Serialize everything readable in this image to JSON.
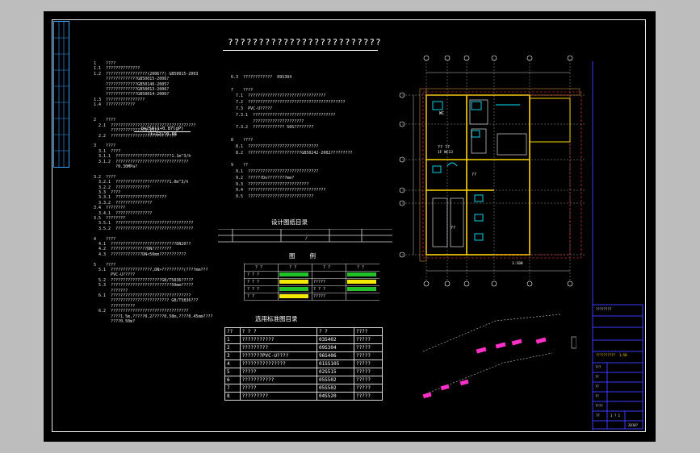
{
  "drawing": {
    "title": "?????????????????????????",
    "notes_left": [
      "1    ????",
      "1.1  ??????????????",
      "1.2  ?????????????????(2006??) GB50015-2003",
      "     ?????????????GB50015-2006?",
      "     ?????????????GB50140-2005?",
      "     ?????????????GB50013-2006?",
      "     ?????????????GB50014-2006?",
      "1.3  ????????????????",
      "1.4  ????????????",
      "",
      "",
      "2    ????",
      "  2.1  ???????????????????????????????????",
      "       ??????????????0.25??",
      "  2.2  ???????????????????????????",
      "",
      "3    ????",
      "  3.1  ????",
      "  3.1.1  ???????????????????????1.1m^3/h",
      "  3.1.2  ??????????????????????????????",
      "         ?0.30MPa?",
      "",
      "3.2  ????",
      "  3.2.1  ??????????????????????1.0m^3/h",
      "  3.2.2  ??????????????",
      "  3.3  ????",
      "  3.3.1  ?????????????????????",
      "  3.3.2  ???????????????",
      "3.4  ????????",
      "  3.4.1  ???????????????",
      "3.5  ????????",
      "  3.5.1  ????????????????????????????????",
      "  3.5.2  ????????????????????????????????",
      "",
      "4    ????",
      "  4.1  ???????????????????????????DN20??",
      "  4.2  ???????????????DN????????",
      "  4.3  ?????????????DN<50mm???????????",
      "",
      "5    ????",
      "  5.1  ?????????????????,DN>?????????(????mm???",
      "       PVC-U?????",
      "  5.2  ?????????????????????GB/T5836?????",
      "  5.3  ?????????????????????????50mm?????",
      "       ???????",
      "  6.1  ?????????????????????????????????",
      "       ???????????????????????? GB/T5836???",
      "       ??????????",
      "  6.2  ????????????????????????????????",
      "       ????1.5m,?????0.2?????0.50m,????0.45mm????",
      "       ????0.50m?"
    ],
    "notes_right": [
      "6.3  ????????????  09S304",
      "",
      "7    ????",
      "  7.1  ????????????????????????????????",
      "  7.2  ????????????????????????????????????????",
      "  7.3  PVC-U?????",
      "  7.3.1  ??????????????????????????????????",
      "         ?????????????????????",
      "  7.3.2  ????????????? 50S????????",
      "",
      "8    ????",
      "  8.1  ?????????????????????????????",
      "  8.2  ??????????????????????GB50242-2002?????????",
      "",
      "9    ??",
      "  9.1  ?????????????????????????????",
      "  9.2  ??????Dn????????mm?",
      "  9.3  ?????????????????????????",
      "  9.4  ????????????????????????????????",
      "  9.5  ???????????????????????????"
    ],
    "formula": {
      "numerator": "Q=250(1+0.87lgP)",
      "denominator": "(t+12)^0.66"
    },
    "design_index": {
      "title": "设计图纸目录",
      "cell": "/"
    },
    "legend": {
      "title": "图    例",
      "header": [
        "? ?",
        "? ?",
        "? ?",
        "? ?"
      ],
      "rows": [
        {
          "a": "? ? ?",
          "b_color": "#22c12b",
          "c": "",
          "d_color": "#22c12b"
        },
        {
          "a": "? ? ?",
          "b_color": "#f3e800",
          "c": "?????",
          "d_color": "#f3e800"
        },
        {
          "a": "? ? ?",
          "b_color": "#22c12b",
          "c": "? ? ?",
          "d_color": "#22c12b"
        },
        {
          "a": "? ?",
          "b_color": "#f3e800",
          "c": "?????",
          "d_color": ""
        }
      ]
    },
    "std_table": {
      "title": "选用标准图目录",
      "header": [
        "??",
        "? ? ?",
        "? ?",
        "????"
      ],
      "rows": [
        [
          "1",
          "???????????",
          "03S402",
          "?????"
        ],
        [
          "2",
          "?????????",
          "09S304",
          "?????"
        ],
        [
          "3",
          "???????PVC-U????",
          "96S406",
          "?????"
        ],
        [
          "4",
          "???????????????",
          "01SS105",
          "?????"
        ],
        [
          "5",
          "?????",
          "02S515",
          "?????"
        ],
        [
          "6",
          "???????????",
          "05S502",
          "?????"
        ],
        [
          "7",
          "?????",
          "05S502",
          "?????"
        ],
        [
          "8",
          "?????????",
          "04S520",
          "?????"
        ]
      ]
    },
    "plan_labels": {
      "scale_note": "1:100",
      "room_wc": "WC",
      "room_label": "?? ??",
      "room_label2": "1F WC13",
      "room_mid": "??",
      "room_bottom": "??"
    },
    "title_block": {
      "project": "????????",
      "rows": [
        "???",
        "??",
        "??",
        "??",
        "????",
        "??",
        "??",
        "??",
        "??",
        "??"
      ],
      "drawing_name": "??????????  1:50",
      "sheet": "??",
      "sheet_no": "1 ? 1",
      "date": "2010?"
    }
  }
}
